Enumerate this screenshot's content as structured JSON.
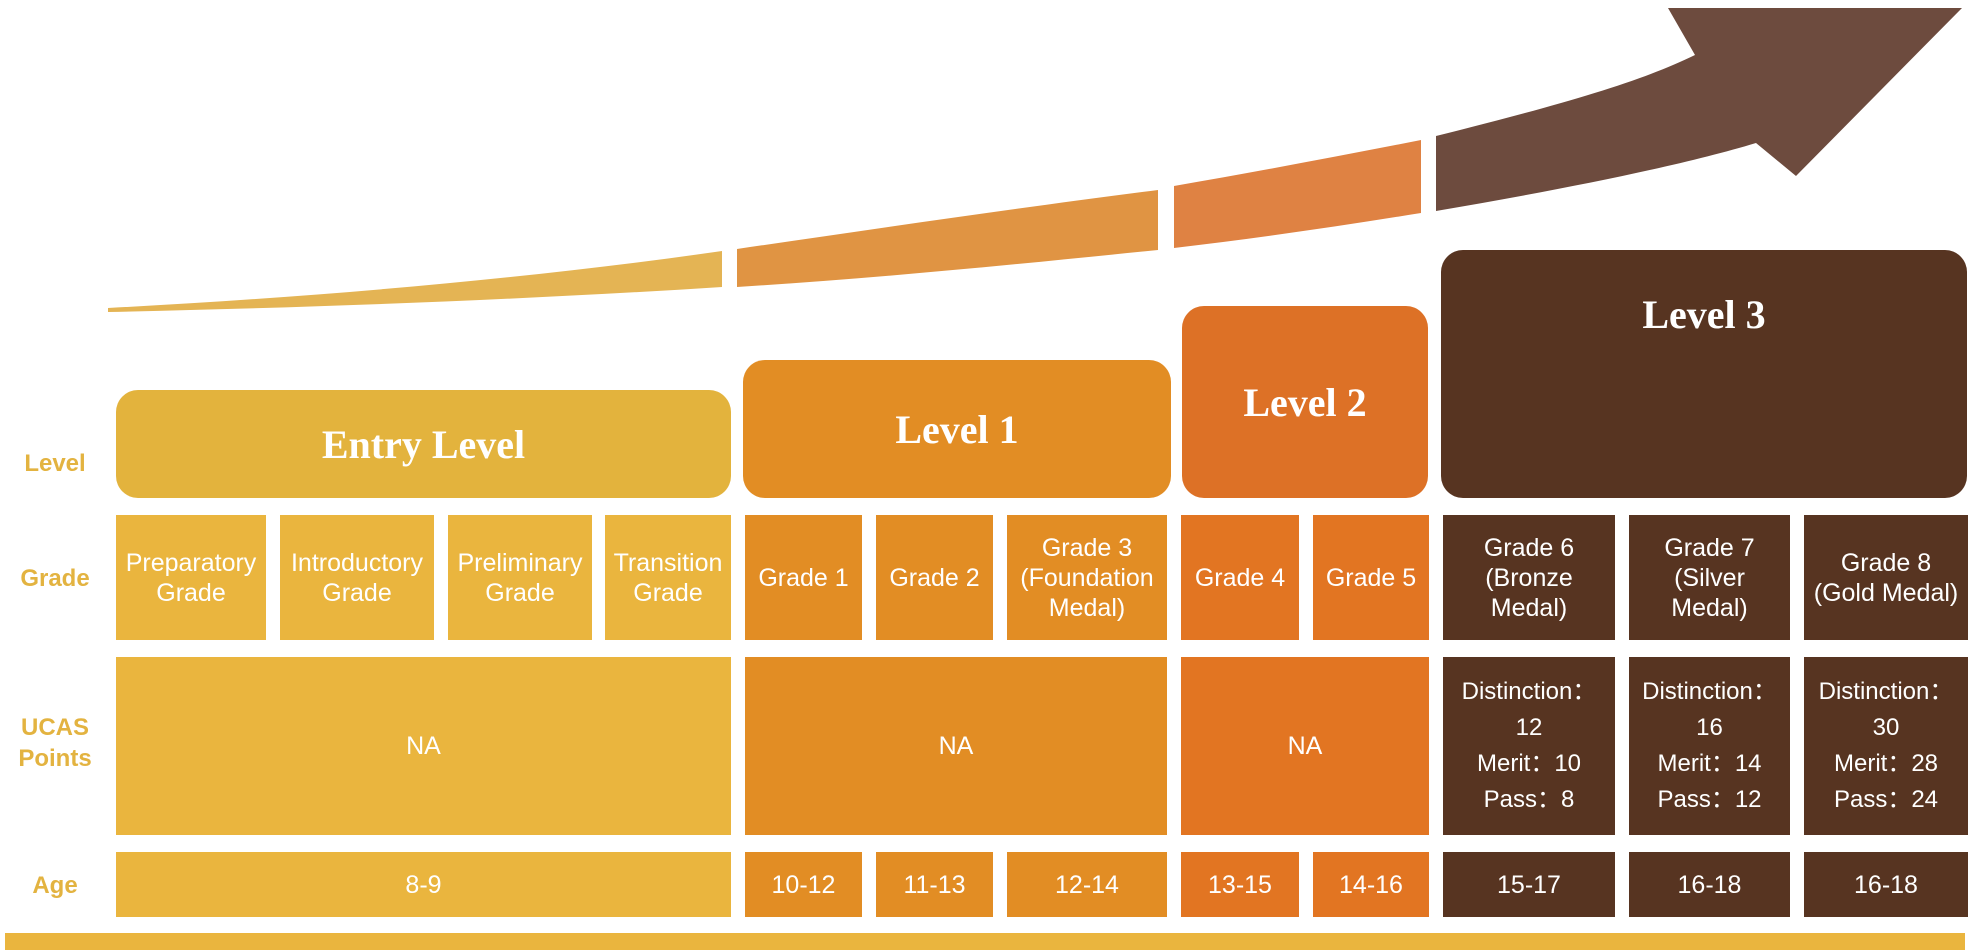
{
  "colors": {
    "entry": "#E3B33D",
    "level1": "#E28D24",
    "level2": "#DD7126",
    "level3": "#573421",
    "label": "#E3B340",
    "arrow_seg1": "#E4B454",
    "arrow_seg2": "#E09443",
    "arrow_seg3": "#DF8243",
    "arrow_head": "#6D4B3E"
  },
  "row_labels": {
    "level": "Level",
    "grade": "Grade",
    "ucas": "UCAS Points",
    "age": "Age"
  },
  "levels": {
    "entry": "Entry Level",
    "level1": "Level 1",
    "level2": "Level 2",
    "level3": "Level 3"
  },
  "grades": {
    "preparatory": "Preparatory Grade",
    "introductory": "Introductory Grade",
    "preliminary": "Preliminary Grade",
    "transition": "Transition Grade",
    "g1": "Grade 1",
    "g2": "Grade 2",
    "g3": "Grade 3 (Foundation Medal)",
    "g4": "Grade 4",
    "g5": "Grade 5",
    "g6": "Grade 6 (Bronze Medal)",
    "g7": "Grade 7 (Silver Medal)",
    "g8": "Grade 8 (Gold Medal)"
  },
  "ucas": {
    "entry": "NA",
    "level1": "NA",
    "level2": "NA",
    "g6": {
      "distinction_label": "Distinction：",
      "distinction": "12",
      "merit": "Merit：10",
      "pass": "Pass：8"
    },
    "g7": {
      "distinction_label": "Distinction：",
      "distinction": "16",
      "merit": "Merit：14",
      "pass": "Pass：12"
    },
    "g8": {
      "distinction_label": "Distinction：",
      "distinction": "30",
      "merit": "Merit：28",
      "pass": "Pass：24"
    }
  },
  "ages": {
    "entry": "8-9",
    "g1": "10-12",
    "g2": "11-13",
    "g3": "12-14",
    "g4": "13-15",
    "g5": "14-16",
    "g6": "15-17",
    "g7": "16-18",
    "g8": "16-18"
  }
}
